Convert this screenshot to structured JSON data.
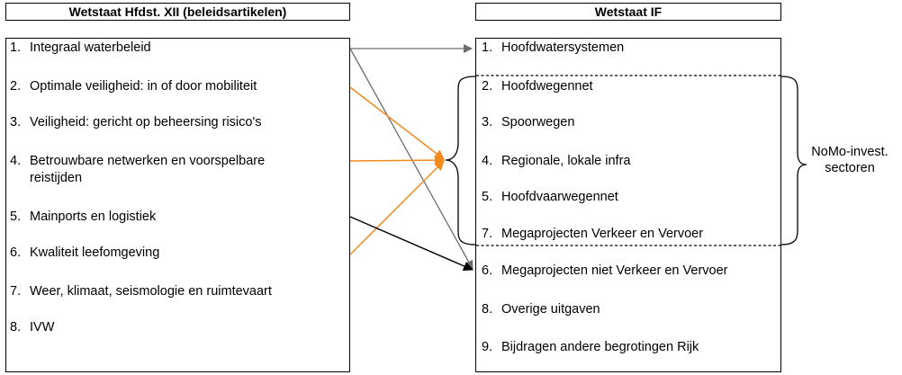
{
  "left": {
    "title": "Wetstaat Hfdst. XII (beleidsartikelen)",
    "items": [
      {
        "num": "1.",
        "label": "Integraal waterbeleid"
      },
      {
        "num": "2.",
        "label": "Optimale veiligheid: in of door mobiliteit"
      },
      {
        "num": "3.",
        "label": "Veiligheid: gericht op beheersing risico's"
      },
      {
        "num": "4.",
        "label": "Betrouwbare netwerken en voorspelbare",
        "label2": "reistijden"
      },
      {
        "num": "5.",
        "label": "Mainports en logistiek"
      },
      {
        "num": "6.",
        "label": "Kwaliteit leefomgeving"
      },
      {
        "num": "7.",
        "label": "Weer, klimaat, seismologie en ruimtevaart"
      },
      {
        "num": "8.",
        "label": "IVW"
      }
    ]
  },
  "right": {
    "title": "Wetstaat IF",
    "items": [
      {
        "num": "1.",
        "label": "Hoofdwatersystemen"
      },
      {
        "num": "2.",
        "label": "Hoofdwegennet"
      },
      {
        "num": "3.",
        "label": "Spoorwegen"
      },
      {
        "num": "4.",
        "label": "Regionale, lokale infra"
      },
      {
        "num": "5.",
        "label": "Hoofdvaarwegennet"
      },
      {
        "num": "7.",
        "label": "Megaprojecten Verkeer en Vervoer"
      },
      {
        "num": "6.",
        "label": "Megaprojecten niet Verkeer en Vervoer"
      },
      {
        "num": "8.",
        "label": "Overige uitgaven"
      },
      {
        "num": "9.",
        "label": "Bijdragen andere begrotingen Rijk"
      }
    ]
  },
  "sector_label": {
    "line1": "NoMo-invest.",
    "line2": "sectoren"
  },
  "colors": {
    "gray_arrow": "#6d6d6d",
    "orange_arrow": "#f28a1e",
    "black_arrow": "#000000"
  }
}
